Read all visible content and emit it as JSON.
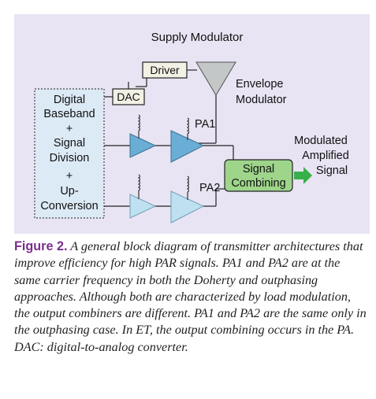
{
  "diagram": {
    "supply_modulator": "Supply Modulator",
    "driver": "Driver",
    "dac": "DAC",
    "envelope_modulator": [
      "Envelope",
      "Modulator"
    ],
    "baseband": [
      "Digital",
      "Baseband",
      "+",
      "Signal",
      "Division",
      "+",
      "Up-",
      "Conversion"
    ],
    "pa1": "PA1",
    "pa2": "PA2",
    "combiner": [
      "Signal",
      "Combining"
    ],
    "output": [
      "Modulated",
      "Amplified",
      "Signal"
    ]
  },
  "caption": {
    "label": "Figure 2.",
    "text": "A general block diagram of transmitter architectures that improve efficiency for high PAR signals. PA1 and PA2 are at the same carrier frequency in both the Doherty and outphasing approaches. Although both are characterized by load modulation, the output combiners are different. PA1 and PA2 are the same only in the outphasing case. In ET, the output combining occurs in the PA. DAC: digital-to-analog converter."
  },
  "colors": {
    "panel": "#e8e4f3",
    "amp_blue": "#6aaed6",
    "amp_light": "#bfe0f0",
    "envelope_gray": "#c4c7c8",
    "combiner_green": "#9ed58a",
    "arrow_green": "#38b04a",
    "driver_box": "#f3f0e4",
    "caption_label": "#7a2f8c"
  }
}
